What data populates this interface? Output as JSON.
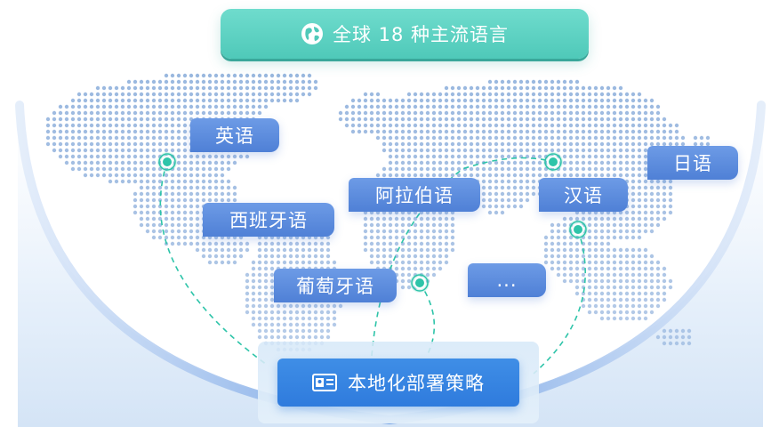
{
  "header": {
    "title": "全球 18 种主流语言"
  },
  "languages": [
    {
      "label": "英语"
    },
    {
      "label": "西班牙语"
    },
    {
      "label": "葡萄牙语"
    },
    {
      "label": "阿拉伯语"
    },
    {
      "label": "汉语"
    },
    {
      "label": "日语"
    },
    {
      "label": "..."
    }
  ],
  "cta": {
    "label": "本地化部署策略"
  },
  "colors": {
    "accent_teal": "#4fc9b9",
    "label_blue": "#4f80d6",
    "cta_blue": "#2f7bdd",
    "map_dot": "#8fb0dc",
    "marker": "#2ec4a9"
  },
  "icons": {
    "title": "globe-icon",
    "cta": "id-card-icon",
    "marker": "location-pulse-icon"
  }
}
